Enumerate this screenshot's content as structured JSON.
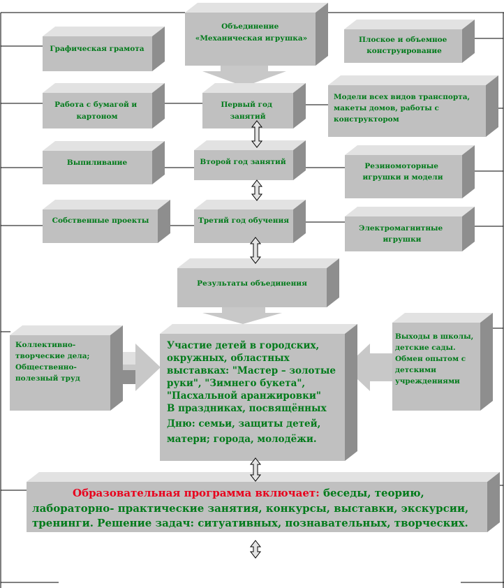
{
  "boxes": {
    "top": {
      "lines": [
        "Объединение",
        "«Механическая игрушка»"
      ]
    },
    "left1": {
      "lines": [
        "Графическая грамота"
      ]
    },
    "left2": {
      "lines": [
        "Работа с бумагой и",
        "картоном"
      ]
    },
    "left3": {
      "lines": [
        "Выпиливание"
      ]
    },
    "left4": {
      "lines": [
        "Собственные проекты"
      ]
    },
    "year1": {
      "lines": [
        "Первый год",
        "занятий"
      ]
    },
    "year2": {
      "lines": [
        "Второй год занятий"
      ]
    },
    "year3": {
      "lines": [
        "Третий год обучения"
      ]
    },
    "right1": {
      "lines": [
        "Плоское и объемное",
        "конструирование"
      ]
    },
    "right2": {
      "lines": [
        "Модели всех видов  транспорта,",
        "макеты домов, работы с",
        "конструктором"
      ]
    },
    "right3": {
      "lines": [
        "Резиномоторные",
        "игрушки и модели"
      ]
    },
    "right4": {
      "lines": [
        "Электромагнитные",
        "игрушки"
      ]
    },
    "results": {
      "lines": [
        "Результаты объединения"
      ]
    },
    "collective": {
      "lines": [
        "Коллективно-",
        "творческие дела;",
        "Общественно-",
        "полезный труд"
      ]
    },
    "center": {
      "lines": [
        "Участие детей  в городских,",
        "окружных, областных",
        "выставках: \"Мастер – золотые",
        "руки\", \"Зимнего букета\",",
        "\"Пасхальной аранжировки\"",
        "В праздниках, посвящённых",
        "Дню: семьи,   защиты детей,",
        "матери;  города,   молодёжи."
      ]
    },
    "schools": {
      "lines": [
        "Выходы    в    школы,",
        "детские сады.",
        "Обмен    опытом    с",
        "детскими",
        "учреждениями"
      ]
    },
    "bottom": {
      "prefix": "Образовательная программа включает:",
      "line1": " беседы, теорию,",
      "line2": "лабораторно- практические занятия, конкурсы,  выставки,  экскурсии,",
      "line3": "тренинги.  Решение задач: ситуативных, познавательных,  творческих."
    }
  },
  "colors": {
    "box_front": "#c0c0c0",
    "box_top": "#e2e2e2",
    "box_side": "#8e8e8e",
    "text_green": "#007a1a",
    "text_red": "#e8001c"
  }
}
